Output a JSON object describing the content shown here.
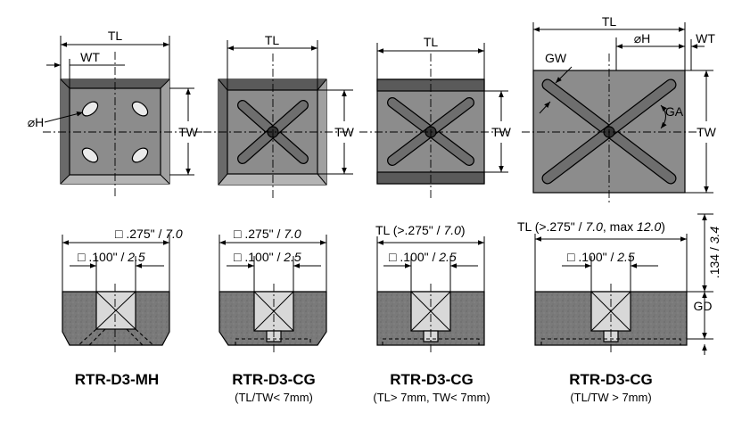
{
  "colors": {
    "face_gray": "#8c8c8c",
    "bevel_dark": "#5a5a5a",
    "bevel_light": "#b4b4b4",
    "sintered_gray": "#7a7a7a",
    "insert_light": "#d8d8d8"
  },
  "dimension_labels": {
    "tl": "TL",
    "tw": "TW",
    "wt": "WT",
    "hole": "⌀H",
    "gw": "GW",
    "ga": "GA",
    "gd": "GD"
  },
  "side_labels": {
    "outer_square_a": ".275\"",
    "outer_square_b": "7.0",
    "inner_square_a": ".100\"",
    "inner_square_b": "2.5",
    "tl_mid_a": "TL (>.275\" / ",
    "tl_mid_b": "7.0",
    "tl_mid_c": ")",
    "tl_big_a": "TL (>.275\" / ",
    "tl_big_b": "7.0",
    "tl_big_c": ", max ",
    "tl_big_d": "12.0",
    "tl_big_e": ")",
    "height_a": ".134 / ",
    "height_b": "3.4",
    "square_symbol": "□"
  },
  "models": [
    {
      "name": "RTR-D3-MH",
      "note": ""
    },
    {
      "name": "RTR-D3-CG",
      "note": "(TL/TW< 7mm)"
    },
    {
      "name": "RTR-D3-CG",
      "note": "(TL> 7mm, TW< 7mm)"
    },
    {
      "name": "RTR-D3-CG",
      "note": "(TL/TW > 7mm)"
    }
  ]
}
